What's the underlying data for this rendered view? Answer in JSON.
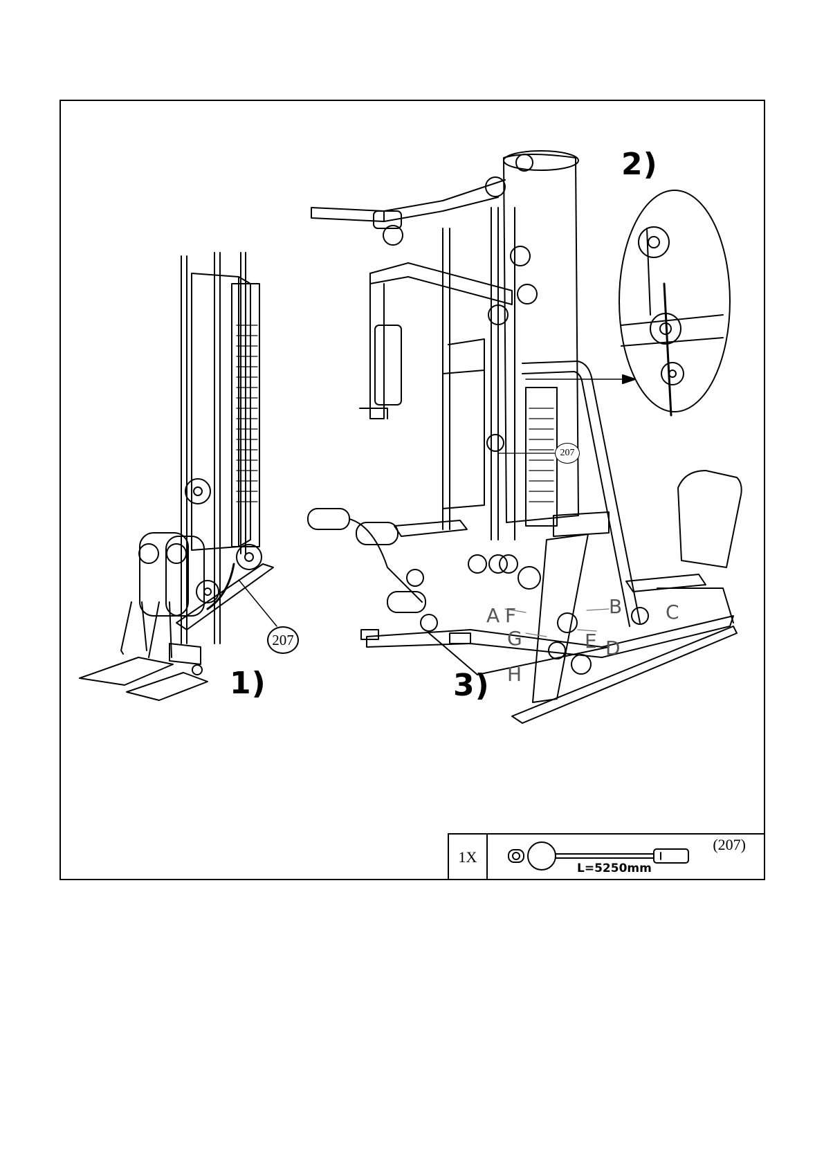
{
  "steps": [
    "1)",
    "2)",
    "3)"
  ],
  "callouts": {
    "step1": "207",
    "step3": "207"
  },
  "route_letters": [
    "A",
    "F",
    "B",
    "C",
    "G",
    "E",
    "D",
    "H"
  ],
  "parts_list": {
    "quantity": "1X",
    "part_number": "(207)",
    "length": "L=5250mm"
  }
}
